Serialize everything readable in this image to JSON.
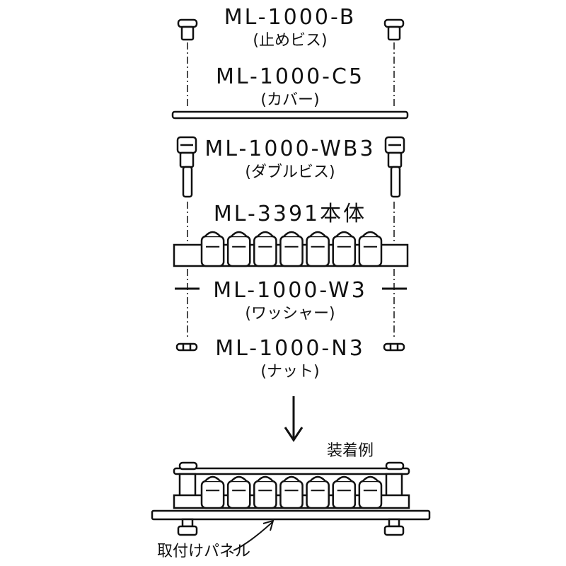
{
  "parts": [
    {
      "code": "ML-1000-B",
      "name": "(止めビス)"
    },
    {
      "code": "ML-1000-C5",
      "name": "(カバー)"
    },
    {
      "code": "ML-1000-WB3",
      "name": "(ダブルビス)"
    },
    {
      "code": "ML-3391本体",
      "name": ""
    },
    {
      "code": "ML-1000-W3",
      "name": "(ワッシャー)"
    },
    {
      "code": "ML-1000-N3",
      "name": "(ナット)"
    }
  ],
  "example_label": "装着例",
  "panel_label": "取付けパネル",
  "colors": {
    "line": "#111111",
    "background": "#ffffff"
  },
  "terminal_count": 7
}
